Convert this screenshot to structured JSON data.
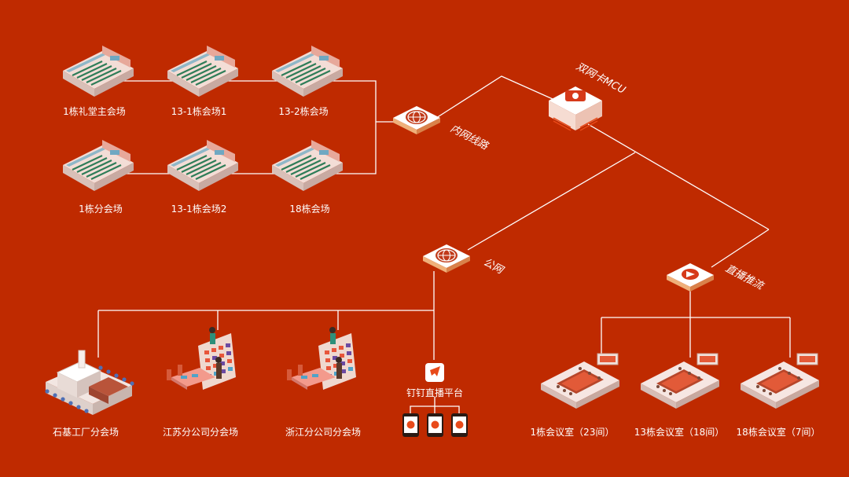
{
  "colors": {
    "background": "#bf2a00",
    "line": "#ffffff",
    "accent": "#e84a1a"
  },
  "nodes": {
    "mcu": "双网卡MCU",
    "intranet": "内网线路",
    "public_net": "公网",
    "live_push": "直播推流",
    "dingtalk": "钉钉直播平台"
  },
  "internal_venues": [
    "1栋礼堂主会场",
    "13-1栋会场1",
    "13-2栋会场",
    "1栋分会场",
    "13-1栋会场2",
    "18栋会场"
  ],
  "branch_venues": [
    "石基工厂分会场",
    "江苏分公司分会场",
    "浙江分公司分会场"
  ],
  "meeting_rooms": [
    "1栋会议室（23间）",
    "13栋会议室（18间）",
    "18栋会议室（7间）"
  ]
}
